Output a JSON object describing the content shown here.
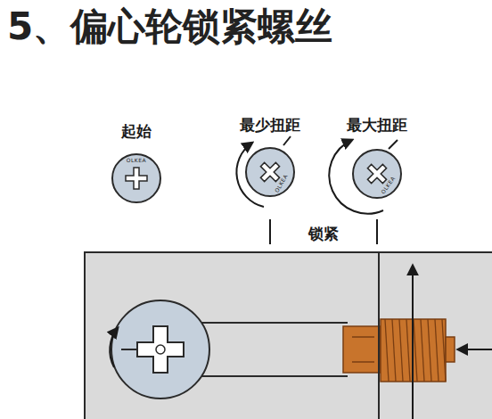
{
  "diagram": {
    "title": "5、偏心轮锁紧螺丝",
    "nodes": [
      {
        "text": [
          "起始",
          "OLKEA"
        ]
      },
      {
        "text": [
          "最少扭距",
          "OLKEA"
        ]
      },
      {
        "text": [
          "最大扭距",
          "OLKEA"
        ]
      }
    ],
    "labels": [
      "锁紧"
    ]
  }
}
